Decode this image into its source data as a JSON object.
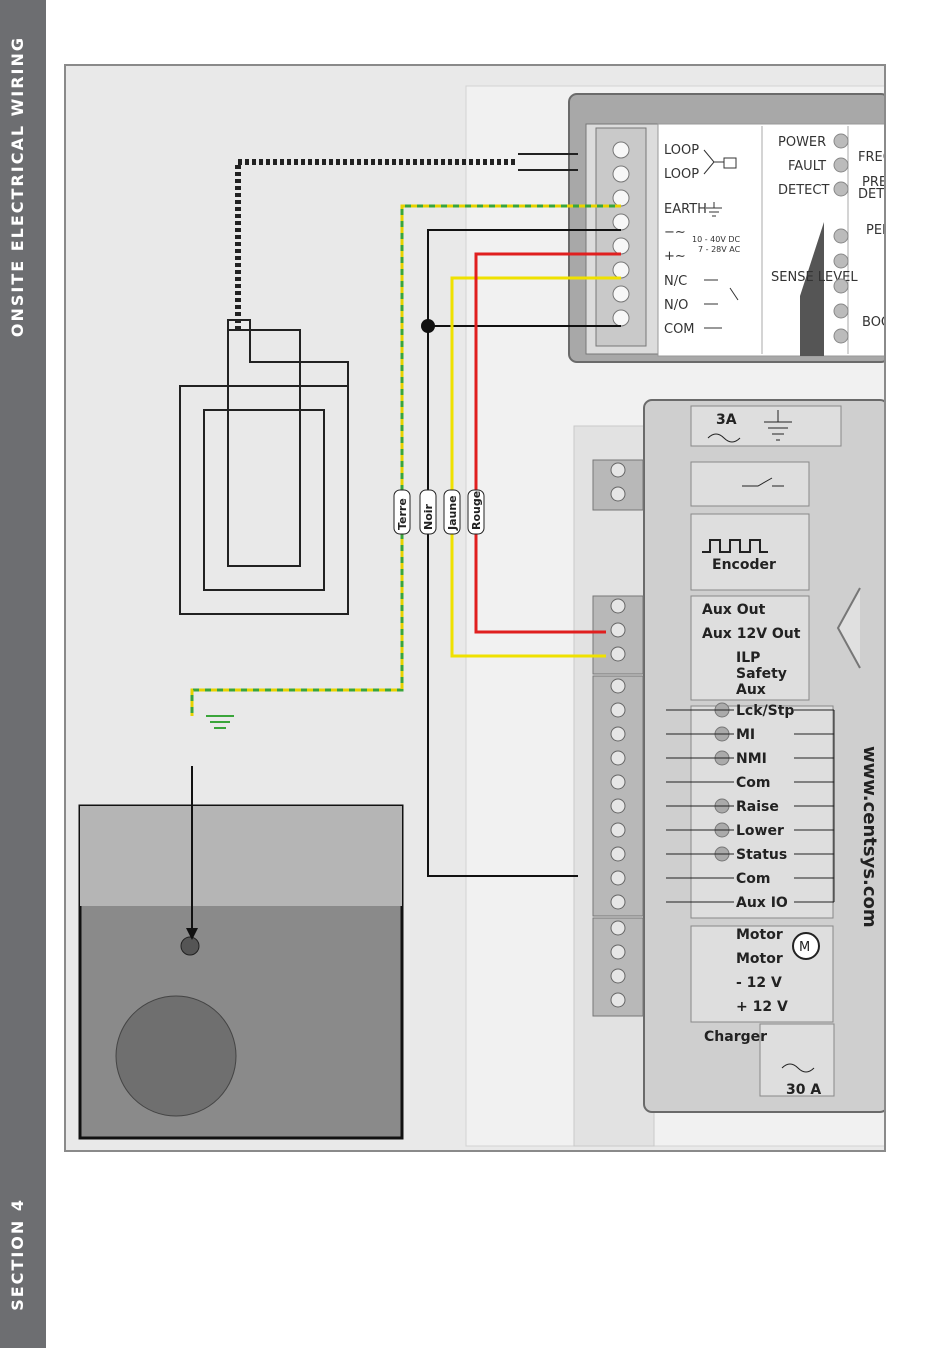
{
  "sidebar": {
    "section_title": "ONSITE ELECTRICAL WIRING",
    "section_number": "SECTION 4"
  },
  "wire_labels": [
    "Terre",
    "Noir",
    "Jaune",
    "Rouge"
  ],
  "detector_terminals": [
    "LOOP",
    "LOOP",
    "EARTH",
    "−∼",
    "+∼",
    "N/C",
    "N/O",
    "COM"
  ],
  "detector_supply": [
    "10 - 40V DC",
    "7 - 28V AC"
  ],
  "detector_leds": [
    "POWER",
    "FAULT",
    "DETECT"
  ],
  "detector_sense": "SENSE LEVEL",
  "detector_right": [
    "FREQ",
    "PRE",
    "DET",
    "PER",
    "BOO"
  ],
  "controller": {
    "fuse_top": "3A",
    "encoder": "Encoder",
    "aux": [
      "Aux Out",
      "Aux 12V Out"
    ],
    "safety_group": [
      "ILP",
      "Safety",
      "Aux"
    ],
    "inputs": [
      "Lck/Stp",
      "MI",
      "NMI",
      "Com",
      "Raise",
      "Lower",
      "Status",
      "Com",
      "Aux IO"
    ],
    "motor": [
      "Motor",
      "Motor"
    ],
    "power": [
      "-  12 V",
      "+ 12 V"
    ],
    "charger": "Charger",
    "fuse_bottom": "30 A",
    "website": "www.centsys.com",
    "motor_symbol": "M"
  },
  "colors": {
    "earth_green": "#3aa53a",
    "earth_yellow": "#e8d200",
    "black": "#111111",
    "yellow": "#efe100",
    "red": "#e01f1f",
    "sidebar": "#6d6e71"
  }
}
